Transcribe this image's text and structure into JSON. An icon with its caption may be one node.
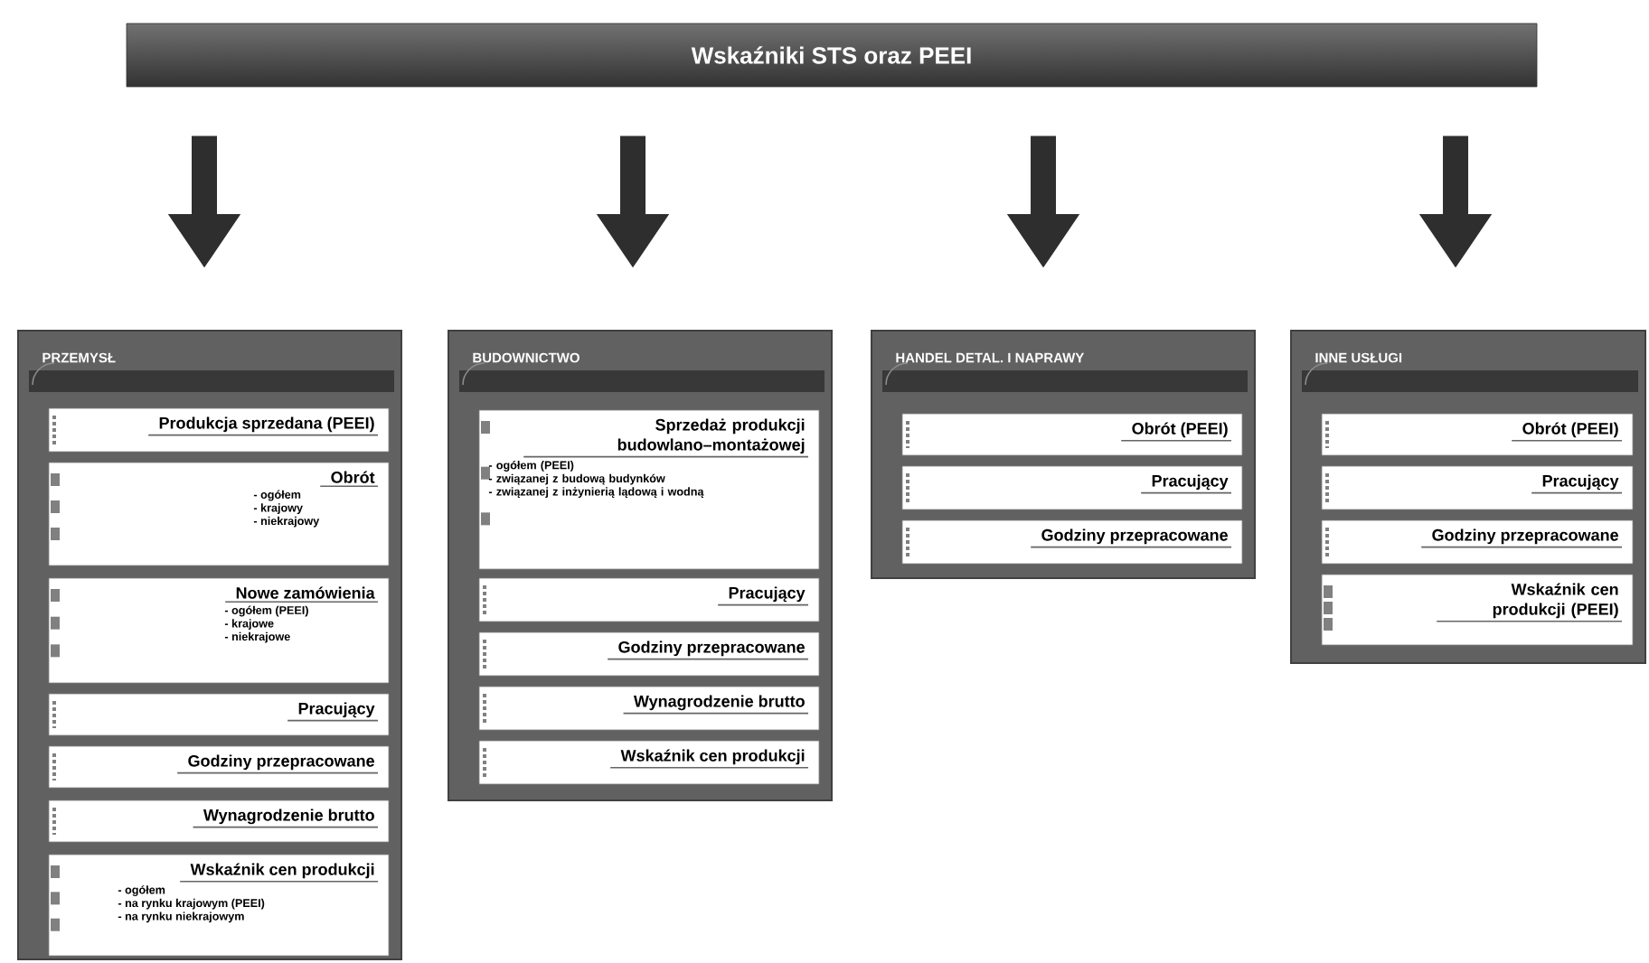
{
  "diagram": {
    "nodes": [
      {
        "text": [
          "Wskaźniki STS oraz PEEI"
        ]
      },
      {
        "text": [
          "PRZEMYSŁ"
        ]
      },
      {
        "text": [
          "Produkcja sprzedana (PEEI)"
        ],
        "in": 1
      },
      {
        "text": [
          "Obrót",
          "- ogółem",
          "- krajowy",
          "- niekrajowy"
        ],
        "in": 1
      },
      {
        "text": [
          "Nowe zamówienia",
          "- ogółem (PEEI)",
          "- krajowe",
          "- niekrajowe"
        ],
        "in": 1
      },
      {
        "text": [
          "Pracujący"
        ],
        "in": 1
      },
      {
        "text": [
          "Godziny przepracowane"
        ],
        "in": 1
      },
      {
        "text": [
          "Wynagrodzenie brutto"
        ],
        "in": 1
      },
      {
        "text": [
          "Wskaźnik cen produkcji",
          "- ogółem",
          "- na rynku krajowym (PEEI)",
          "- na rynku niekrajowym"
        ],
        "in": 1
      },
      {
        "text": [
          "BUDOWNICTWO"
        ]
      },
      {
        "text": [
          "Sprzedaż produkcji budowlano–montażowej",
          "- ogółem (PEEI)",
          "- związanej z budową budynków",
          "- związanej z inżynierią lądową i wodną"
        ],
        "in": 9
      },
      {
        "text": [
          "Pracujący"
        ],
        "in": 9
      },
      {
        "text": [
          "Godziny przepracowane"
        ],
        "in": 9
      },
      {
        "text": [
          "Wynagrodzenie brutto"
        ],
        "in": 9
      },
      {
        "text": [
          "Wskaźnik cen produkcji"
        ],
        "in": 9
      },
      {
        "text": [
          "HANDEL DETAL. I NAPRAWY"
        ]
      },
      {
        "text": [
          "Obrót (PEEI)"
        ],
        "in": 15
      },
      {
        "text": [
          "Pracujący"
        ],
        "in": 15
      },
      {
        "text": [
          "Godziny przepracowane"
        ],
        "in": 15
      },
      {
        "text": [
          "INNE USŁUGI"
        ]
      },
      {
        "text": [
          "Obrót (PEEI)"
        ],
        "in": 19
      },
      {
        "text": [
          "Pracujący"
        ],
        "in": 19
      },
      {
        "text": [
          "Godziny przepracowane"
        ],
        "in": 19
      },
      {
        "text": [
          "Wskaźnik cen produkcji (PEEI)"
        ],
        "in": 19
      }
    ],
    "edges": [
      {
        "from": 0,
        "to": 1,
        "arrow": "to"
      },
      {
        "from": 0,
        "to": 9,
        "arrow": "to"
      },
      {
        "from": 0,
        "to": 15,
        "arrow": "to"
      },
      {
        "from": 0,
        "to": 19,
        "arrow": "to"
      }
    ]
  }
}
